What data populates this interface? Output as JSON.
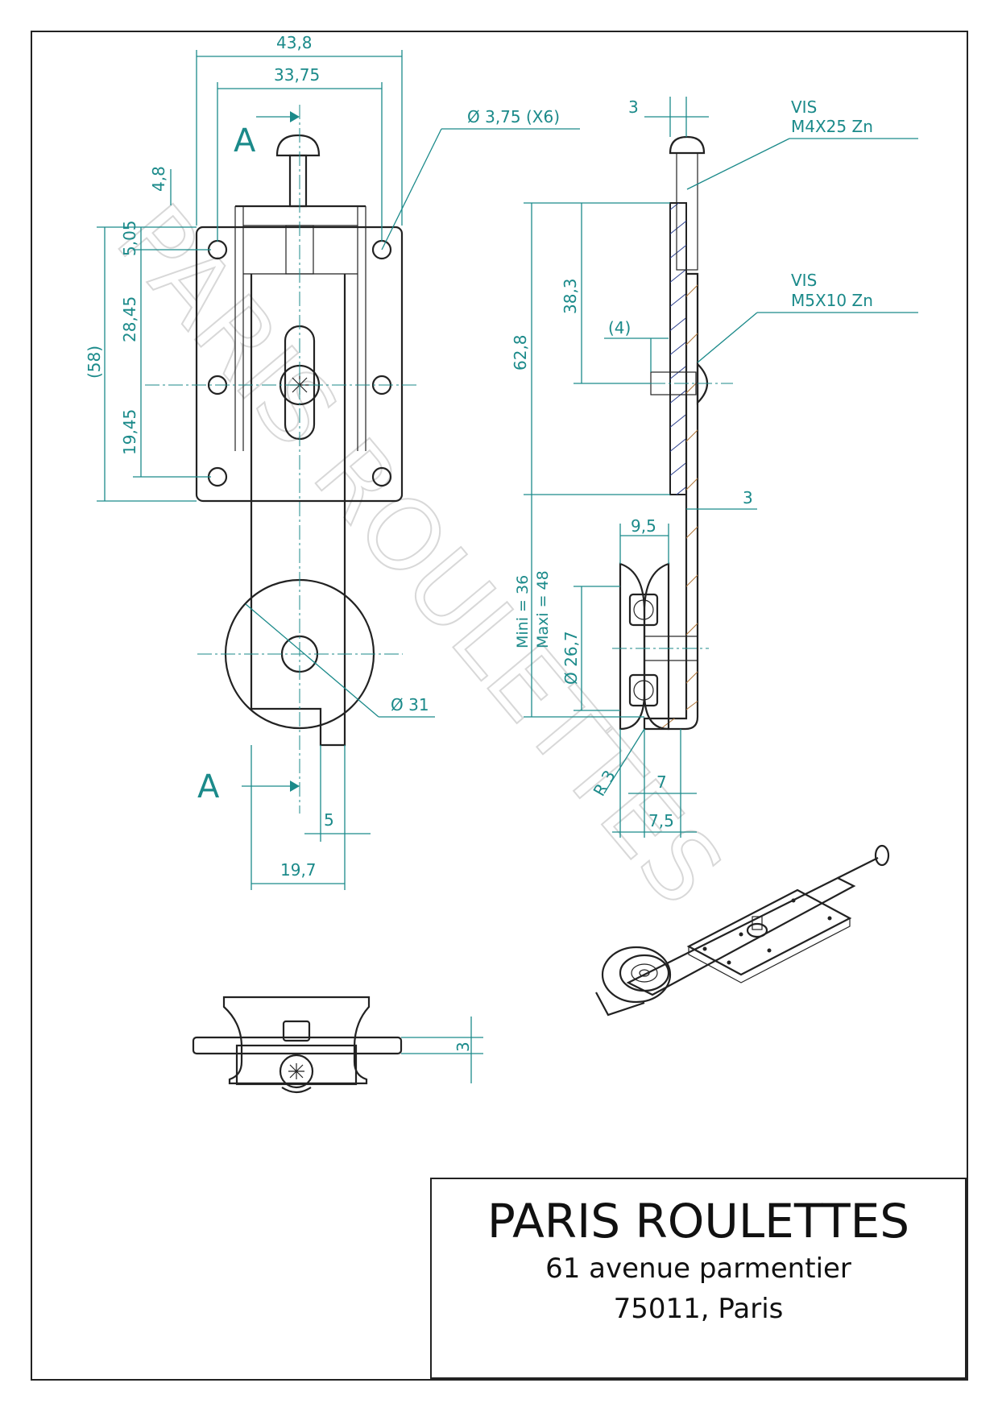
{
  "watermark_text": "PARIS ROULETTES",
  "front_view": {
    "dims": {
      "width_total": "43,8",
      "hole_spacing_x": "33,75",
      "hole_dia": "Ø 3,75 (X6)",
      "pin_offset": "4,8",
      "top_hole_offset": "5,05",
      "hole_pitch_1": "28,45",
      "hole_pitch_2": "19,45",
      "plate_height": "(58)",
      "wheel_dia": "Ø 31",
      "arm_tab": "5",
      "arm_width": "19,7"
    },
    "section_labels": [
      "A",
      "A"
    ]
  },
  "side_view": {
    "screw_1": [
      "VIS",
      "M4X25 Zn"
    ],
    "screw_2": [
      "VIS",
      "M5X10 Zn"
    ],
    "dims": {
      "plate_thickness": "3",
      "height_62": "62,8",
      "height_38": "38,3",
      "offset_4": "(4)",
      "arm_thickness": "3",
      "groove_width": "9,5",
      "mini": "Mini = 36",
      "maxi": "Maxi = 48",
      "wheel_dia": "Ø 26,7",
      "radius": "R 3",
      "dim_7": "7",
      "dim_7_5": "7,5"
    }
  },
  "bottom_view": {
    "dims": {
      "flange_thickness": "3"
    }
  },
  "title_block": {
    "company": "PARIS ROULETTES",
    "address_line_1": "61 avenue parmentier",
    "address_line_2": "75011, Paris"
  }
}
